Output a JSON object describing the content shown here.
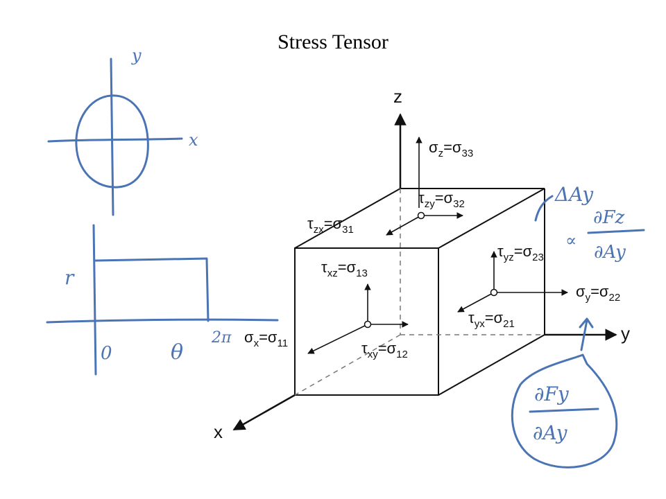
{
  "title": "Stress Tensor",
  "axes": {
    "x": "x",
    "y": "y",
    "z": "z"
  },
  "stresses": {
    "sz": {
      "sym": "σ",
      "s1": "z",
      "eq": "=σ",
      "s2": "33"
    },
    "tzy": {
      "sym": "τ",
      "s1": "zy",
      "eq": "=σ",
      "s2": "32"
    },
    "tzx": {
      "sym": "τ",
      "s1": "zx",
      "eq": "=σ",
      "s2": "31"
    },
    "txz": {
      "sym": "τ",
      "s1": "xz",
      "eq": "=σ",
      "s2": "13"
    },
    "tyz": {
      "sym": "τ",
      "s1": "yz",
      "eq": "=σ",
      "s2": "23"
    },
    "sy": {
      "sym": "σ",
      "s1": "y",
      "eq": "=σ",
      "s2": "22"
    },
    "tyx": {
      "sym": "τ",
      "s1": "yx",
      "eq": "=σ",
      "s2": "21"
    },
    "sx": {
      "sym": "σ",
      "s1": "x",
      "eq": "=σ",
      "s2": "11"
    },
    "txy": {
      "sym": "τ",
      "s1": "xy",
      "eq": "=σ",
      "s2": "12"
    }
  },
  "handwriting": {
    "circle_y": "y",
    "circle_x": "x",
    "rect_r": "r",
    "rect_0": "0",
    "rect_theta": "θ",
    "rect_2pi": "2π",
    "delta_ay": "ΔAy",
    "frac_top_num": "∂Fz",
    "frac_top_den": "∂Ay",
    "frac_bot_num": "∂Fy",
    "frac_bot_den": "∂Ay"
  },
  "colors": {
    "ink": "#4a74b3",
    "line": "#111111"
  }
}
